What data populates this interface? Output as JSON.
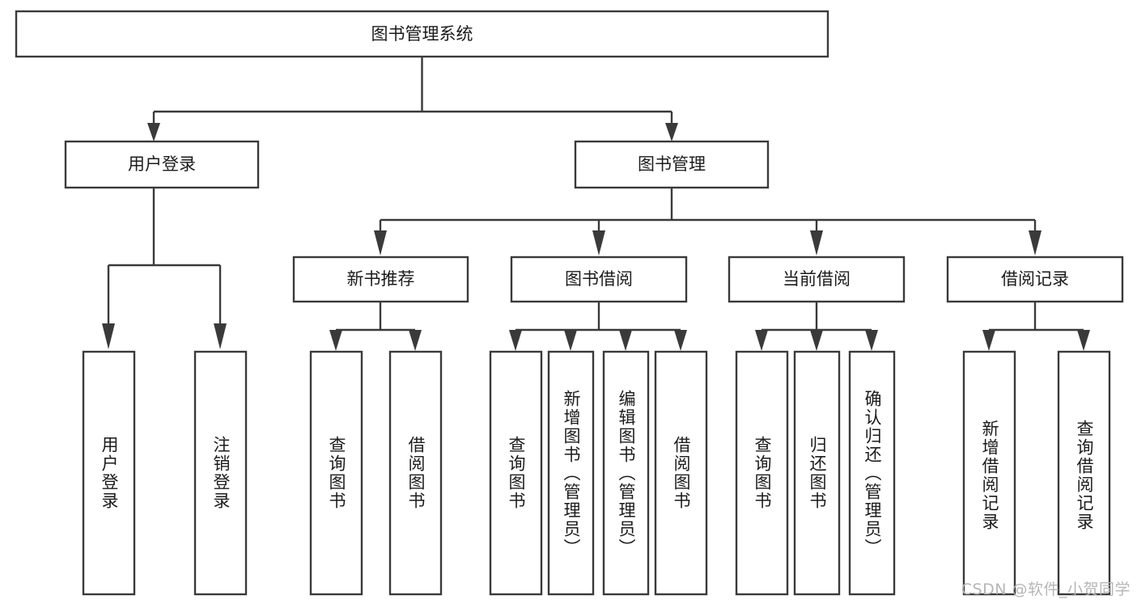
{
  "diagram": {
    "type": "tree-hierarchy",
    "title": "图书管理系统",
    "orientation": "top-down",
    "colors": {
      "box_stroke": "#3a3a3a",
      "box_fill": "#ffffff",
      "connector": "#3a3a3a",
      "text": "#1b1b1b",
      "background": "#ffffff",
      "watermark": "#b6b6b6"
    },
    "root": {
      "id": "root",
      "label": "图书管理系统"
    },
    "level2": [
      {
        "id": "user-login",
        "label": "用户登录"
      },
      {
        "id": "book-management",
        "label": "图书管理"
      }
    ],
    "level3": [
      {
        "id": "new-book-recommend",
        "label": "新书推荐",
        "parent": "book-management"
      },
      {
        "id": "book-borrow",
        "label": "图书借阅",
        "parent": "book-management"
      },
      {
        "id": "current-borrow",
        "label": "当前借阅",
        "parent": "book-management"
      },
      {
        "id": "borrow-record",
        "label": "借阅记录",
        "parent": "book-management"
      }
    ],
    "leaves": [
      {
        "id": "leaf-user-login",
        "label": "用户登录",
        "parent": "user-login"
      },
      {
        "id": "leaf-logout",
        "label": "注销登录",
        "parent": "user-login"
      },
      {
        "id": "leaf-query-book-1",
        "label": "查询图书",
        "parent": "new-book-recommend"
      },
      {
        "id": "leaf-borrow-book-1",
        "label": "借阅图书",
        "parent": "new-book-recommend"
      },
      {
        "id": "leaf-query-book-2",
        "label": "查询图书",
        "parent": "book-borrow"
      },
      {
        "id": "leaf-add-book",
        "label": "新增图书（管理员）",
        "parent": "book-borrow"
      },
      {
        "id": "leaf-edit-book",
        "label": "编辑图书（管理员）",
        "parent": "book-borrow"
      },
      {
        "id": "leaf-borrow-book-2",
        "label": "借阅图书",
        "parent": "book-borrow"
      },
      {
        "id": "leaf-query-book-3",
        "label": "查询图书",
        "parent": "current-borrow"
      },
      {
        "id": "leaf-return-book",
        "label": "归还图书",
        "parent": "current-borrow"
      },
      {
        "id": "leaf-confirm-return",
        "label": "确认归还（管理员）",
        "parent": "current-borrow"
      },
      {
        "id": "leaf-add-record",
        "label": "新增借阅记录",
        "parent": "borrow-record"
      },
      {
        "id": "leaf-query-record",
        "label": "查询借阅记录",
        "parent": "borrow-record"
      }
    ]
  },
  "watermark": {
    "text": "CSDN @软件_小贺同学"
  }
}
